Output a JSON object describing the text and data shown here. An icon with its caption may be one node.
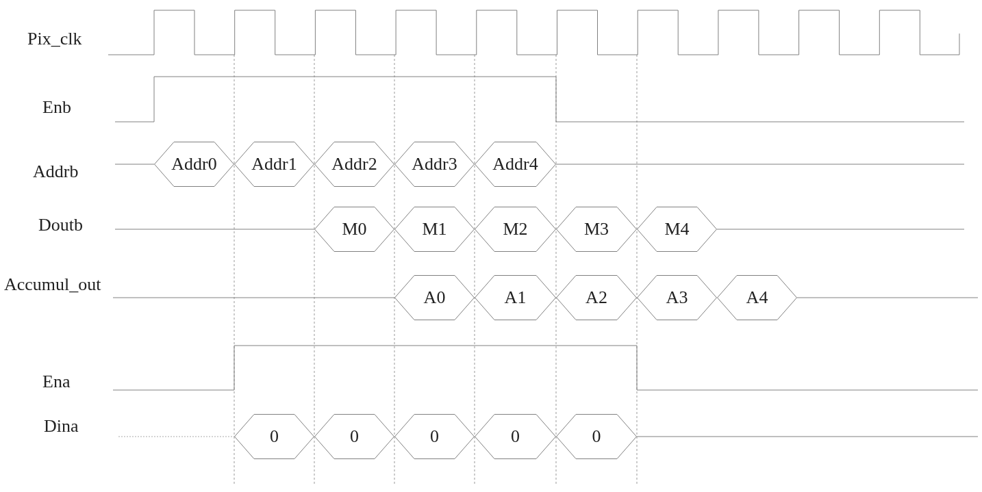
{
  "diagram": {
    "nodes": [
      {
        "text": [
          "Addr0"
        ]
      },
      {
        "text": [
          "Addr1"
        ]
      },
      {
        "text": [
          "Addr2"
        ]
      },
      {
        "text": [
          "Addr3"
        ]
      },
      {
        "text": [
          "Addr4"
        ]
      },
      {
        "text": [
          "M0"
        ]
      },
      {
        "text": [
          "M1"
        ]
      },
      {
        "text": [
          "M2"
        ]
      },
      {
        "text": [
          "M3"
        ]
      },
      {
        "text": [
          "M4"
        ]
      },
      {
        "text": [
          "A0"
        ]
      },
      {
        "text": [
          "A1"
        ]
      },
      {
        "text": [
          "A2"
        ]
      },
      {
        "text": [
          "A3"
        ]
      },
      {
        "text": [
          "A4"
        ]
      },
      {
        "text": [
          "0"
        ]
      },
      {
        "text": [
          "0"
        ]
      },
      {
        "text": [
          "0"
        ]
      },
      {
        "text": [
          "0"
        ]
      },
      {
        "text": [
          "0"
        ]
      }
    ],
    "labels": [
      "Pix_clk",
      "Enb",
      "Addrb",
      "Doutb",
      "Accumul_out",
      "Ena",
      "Dina"
    ]
  }
}
